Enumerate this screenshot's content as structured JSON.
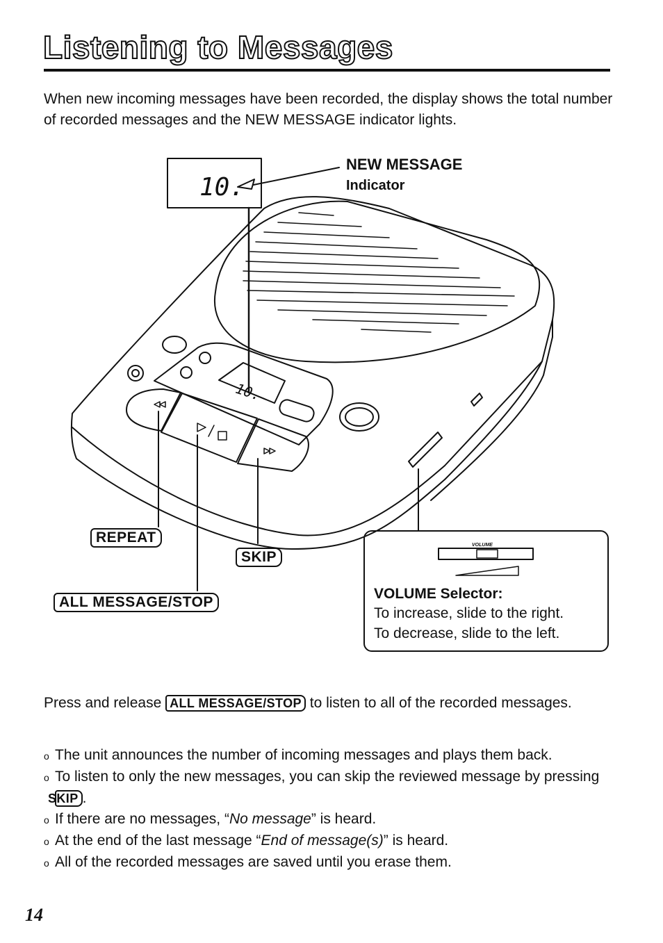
{
  "page": {
    "title": "Listening to Messages",
    "intro": "When new incoming messages have been recorded, the display shows the total number of recorded messages and the NEW MESSAGE indicator lights.",
    "page_number": "14"
  },
  "diagram": {
    "display_value": "10.",
    "new_message_label": "NEW MESSAGE",
    "indicator_label": "Indicator",
    "keys": {
      "repeat": "REPEAT",
      "skip": "SKIP",
      "all_message_stop": "ALL MESSAGE/STOP"
    },
    "volume": {
      "slider_caption": "VOLUME",
      "title": "VOLUME Selector:",
      "increase": "To increase, slide to the right.",
      "decrease": "To decrease, slide to the left."
    },
    "icons": [
      "power-icon",
      "rewind-icon",
      "play-stop-icon",
      "fast-forward-icon"
    ]
  },
  "instructions": {
    "press_prefix": "Press and release",
    "press_key": "ALL MESSAGE/STOP",
    "press_suffix": "to listen to all of the recorded messages.",
    "bullets": [
      {
        "pre": "The unit announces the number of incoming messages and plays them back.",
        "key": "",
        "italic": "",
        "post": ""
      },
      {
        "pre": "To listen to only the new messages, you can skip the reviewed message by pressing",
        "key": "SKIP",
        "italic": "",
        "post": "."
      },
      {
        "pre": "If there are no messages, “",
        "key": "",
        "italic": "No message",
        "post": "” is heard."
      },
      {
        "pre": "At the end of the last message “",
        "key": "",
        "italic": "End of message(s)",
        "post": "” is heard."
      },
      {
        "pre": "All of the recorded messages are saved until you erase them.",
        "key": "",
        "italic": "",
        "post": ""
      }
    ]
  }
}
